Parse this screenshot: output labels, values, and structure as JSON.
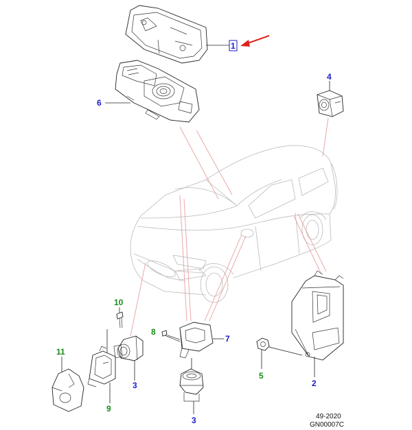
{
  "callouts": [
    {
      "id": "c1",
      "label": "1",
      "color": "#1a1acc"
    },
    {
      "id": "c2",
      "label": "2",
      "color": "#1a1acc"
    },
    {
      "id": "c3a",
      "label": "3",
      "color": "#1a1acc"
    },
    {
      "id": "c3b",
      "label": "3",
      "color": "#1a1acc"
    },
    {
      "id": "c4",
      "label": "4",
      "color": "#1a1acc"
    },
    {
      "id": "c5",
      "label": "5",
      "color": "#1a8a1a"
    },
    {
      "id": "c6",
      "label": "6",
      "color": "#1a1acc"
    },
    {
      "id": "c7",
      "label": "7",
      "color": "#1a1acc"
    },
    {
      "id": "c8",
      "label": "8",
      "color": "#1a8a1a"
    },
    {
      "id": "c9",
      "label": "9",
      "color": "#1a8a1a"
    },
    {
      "id": "c10",
      "label": "10",
      "color": "#1a8a1a"
    },
    {
      "id": "c11",
      "label": "11",
      "color": "#1a8a1a"
    }
  ],
  "reference": {
    "line1": "49-2020",
    "line2": "GN00007C"
  },
  "colors": {
    "highlight_arrow": "#e0201c",
    "car_outline": "#b9b9b9",
    "location_lines": "#e8a0a0",
    "part_outline": "#222222"
  }
}
